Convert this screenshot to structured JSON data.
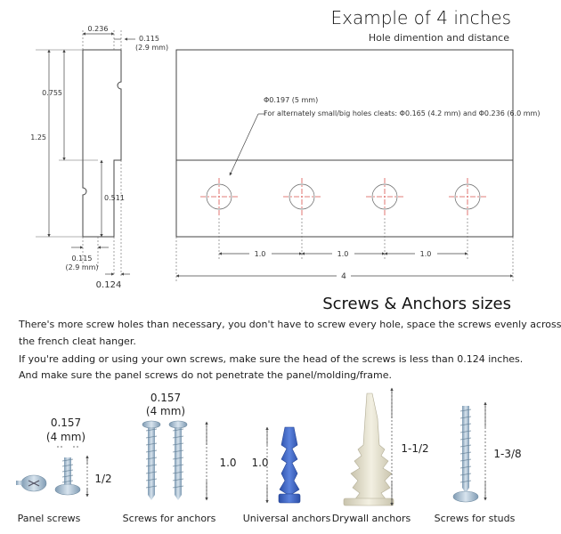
{
  "header": {
    "title": "Example of 4 inches",
    "subtitle": "Hole dimention and distance"
  },
  "profile": {
    "dims": {
      "top_width": "0.236",
      "lip_thickness": "0.115",
      "lip_thickness_mm": "(2.9 mm)",
      "upper_height": "0.755",
      "total_height": "1.25",
      "lower_height": "0.511",
      "bottom_thickness": "0.115",
      "bottom_thickness_mm": "(2.9 mm)",
      "bottom_width": "0.124"
    }
  },
  "holes": {
    "main_diameter": "Φ0.197 (5 mm)",
    "alternate_note": "For alternately small/big holes cleats: Φ0.165 (4.2 mm) and Φ0.236 (6.0 mm)",
    "spacing": [
      "1.0",
      "1.0",
      "1.0"
    ],
    "total_length": "4"
  },
  "section": {
    "title": "Screws & Anchors sizes"
  },
  "paragraphs": [
    "There's more screw holes than necessary, you don't have to screw every hole, space the screws evenly across",
    "the french cleat hanger.",
    "If you're adding or using your own screws, make sure the head of the screws is less than 0.124 inches.",
    "And make sure the panel screws do not penetrate the panel/molding/frame."
  ],
  "products": [
    {
      "name": "Panel screws",
      "head_size": "0.157",
      "head_size_mm": "(4 mm)",
      "length": "1/2"
    },
    {
      "name": "Screws for anchors",
      "head_size": "0.157",
      "head_size_mm": "(4 mm)",
      "length": "1.0"
    },
    {
      "name": "Universal anchors",
      "length": "1.0"
    },
    {
      "name": "Drywall anchors",
      "length": "1-1/2"
    },
    {
      "name": "Screws for studs",
      "length": "1-3/8"
    }
  ],
  "colors": {
    "line": "#444444",
    "crosshair": "#d9534f",
    "screw": "#9fb8cc",
    "anchor_blue": "#3b63c4",
    "drywall": "#e6e2d0"
  }
}
